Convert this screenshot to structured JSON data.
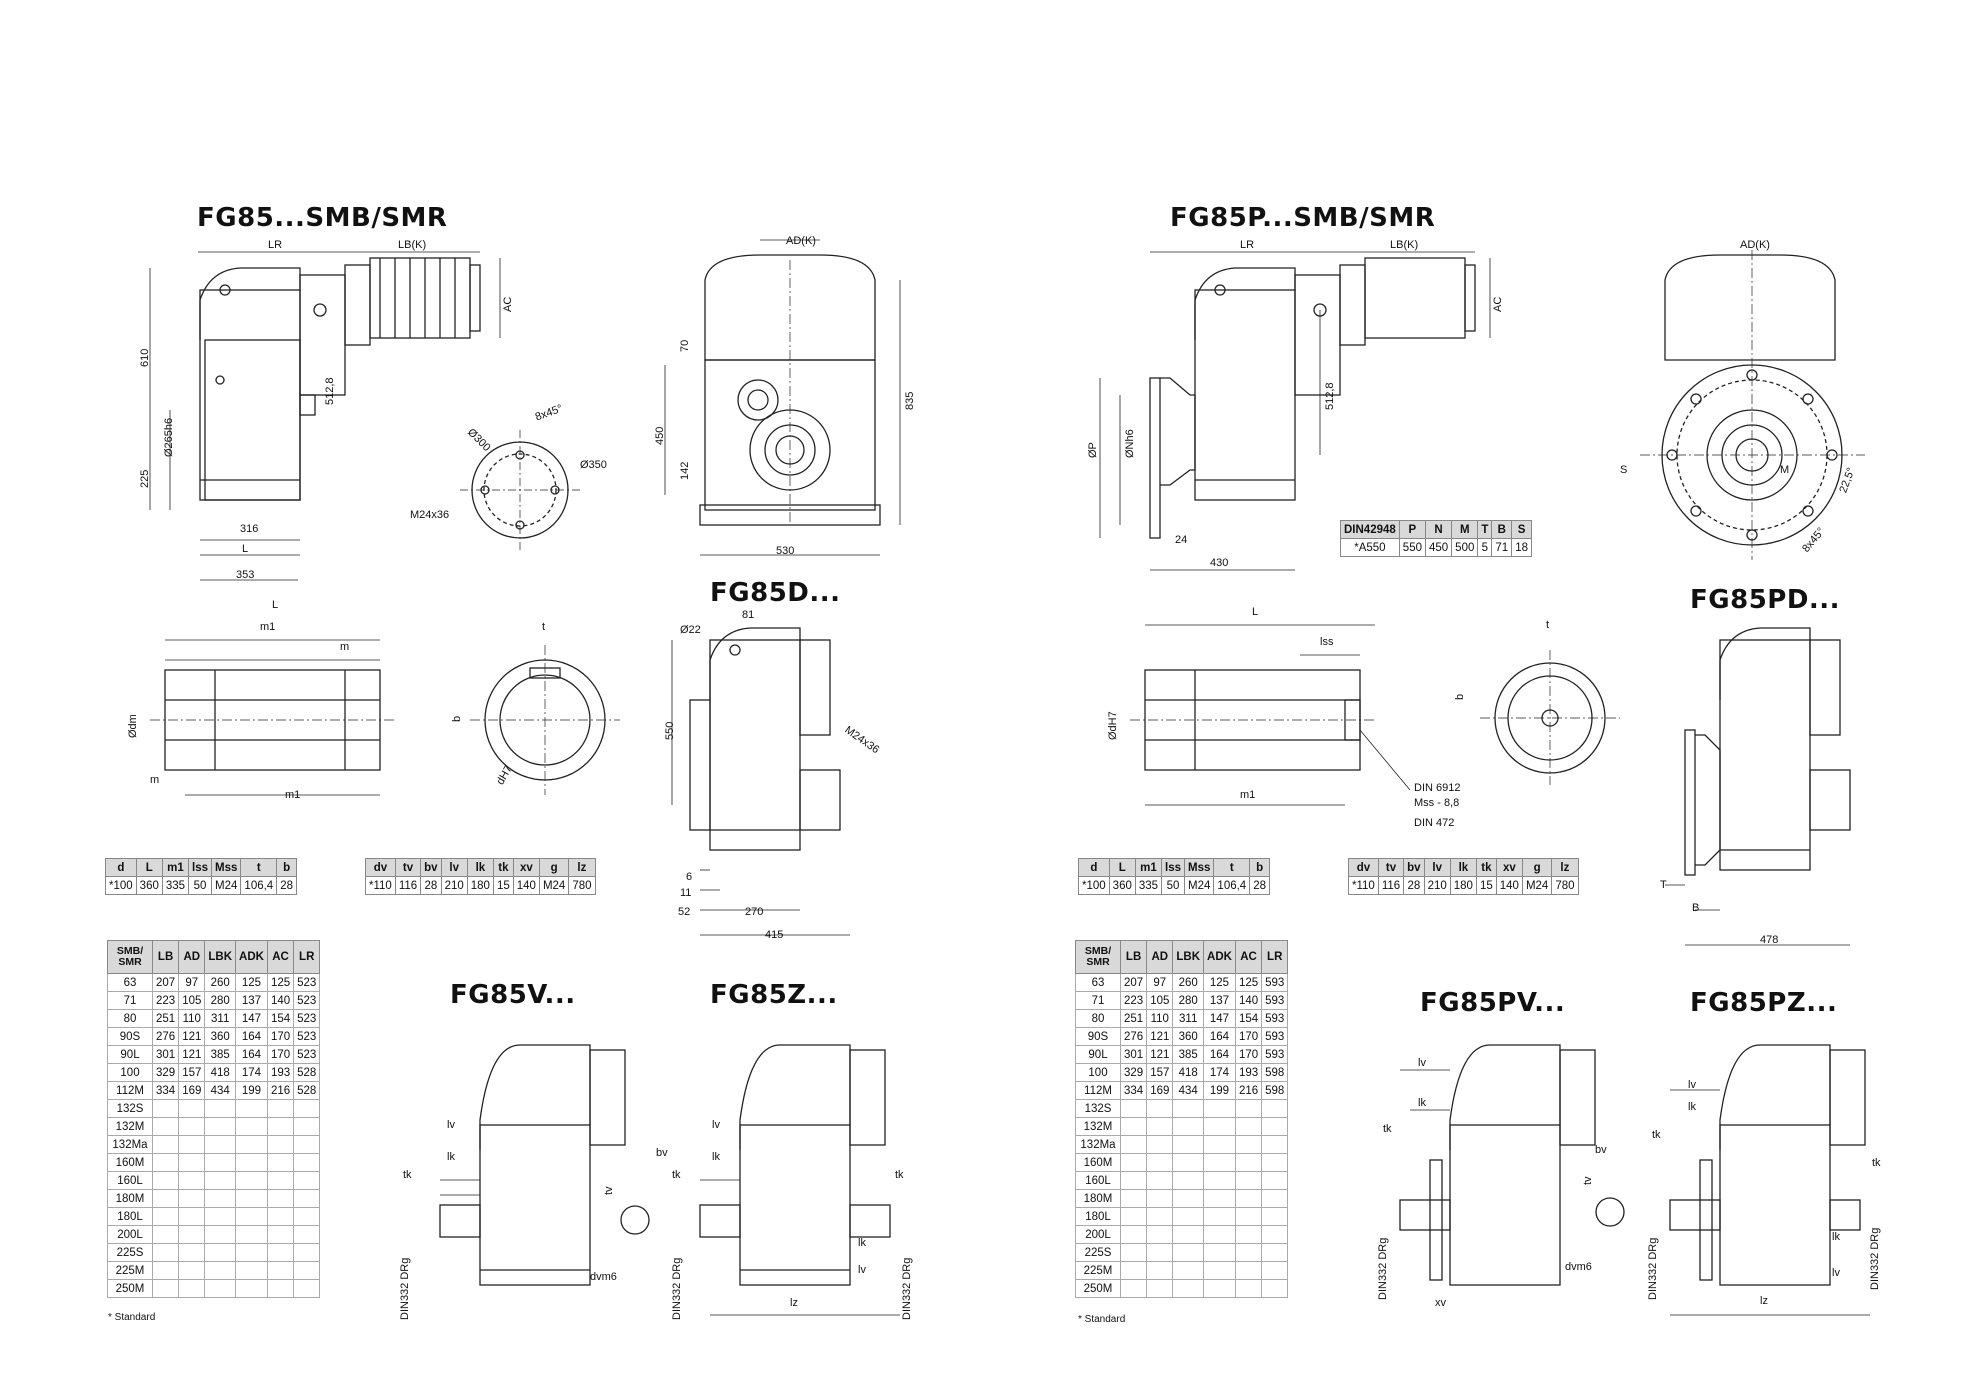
{
  "titles": {
    "fg85_smb": "FG85...SMB/SMR",
    "fg85p_smb": "FG85P...SMB/SMR",
    "fg85d": "FG85D...",
    "fg85pd": "FG85PD...",
    "fg85v": "FG85V...",
    "fg85z": "FG85Z...",
    "fg85pv": "FG85PV...",
    "fg85pz": "FG85PZ..."
  },
  "dims_left": {
    "lr": "LR",
    "lbk": "LB(K)",
    "ac": "AC",
    "adk": "AD(K)",
    "d610": "610",
    "d265": "Ø265h6",
    "d225": "225",
    "d5128": "512,8",
    "d316": "316",
    "l": "L",
    "d353": "353",
    "d8x45": "8x45°",
    "d300": "Ø300",
    "d350": "Ø350",
    "m24x36": "M24x36",
    "d70": "70",
    "d450": "450",
    "d142": "142",
    "d835": "835",
    "d530": "530"
  },
  "dims_right": {
    "lr": "LR",
    "lbk": "LB(K)",
    "ac": "AC",
    "adk": "AD(K)",
    "dp": "ØP",
    "dn": "ØNh6",
    "d5128": "512,8",
    "d24": "24",
    "d430": "430",
    "s": "S",
    "m": "M",
    "d225deg": "22,5°",
    "d8x45": "8x45°"
  },
  "shaft_left": {
    "l": "L",
    "m1": "m1",
    "m": "m",
    "m_low": "m",
    "m1_low": "m1",
    "dm": "Ødm",
    "t": "t",
    "b": "b",
    "dh7": "dH7"
  },
  "shaft_right": {
    "l": "L",
    "lss": "lss",
    "m1": "m1",
    "dh7": "ØdH7",
    "t": "t",
    "b": "b",
    "din6912": "DIN 6912",
    "mss": "Mss - 8,8",
    "din472": "DIN 472"
  },
  "fg85d_dims": {
    "d22": "Ø22",
    "d81": "81",
    "d550": "550",
    "m24x36": "M24x36",
    "d6": "6",
    "d11": "11",
    "d52": "52",
    "d270": "270",
    "d415": "415"
  },
  "fg85pd_dims": {
    "t": "T",
    "b": "B",
    "d478": "478"
  },
  "flange_table": {
    "headers": [
      "DIN42948",
      "P",
      "N",
      "M",
      "T",
      "B",
      "S"
    ],
    "rows": [
      [
        "*A550",
        "550",
        "450",
        "500",
        "5",
        "71",
        "18"
      ]
    ]
  },
  "shaft_table_left": {
    "headers": [
      "d",
      "L",
      "m1",
      "lss",
      "Mss",
      "t",
      "b"
    ],
    "rows": [
      [
        "*100",
        "360",
        "335",
        "50",
        "M24",
        "106,4",
        "28"
      ]
    ]
  },
  "shaft_table_right": {
    "headers": [
      "d",
      "L",
      "m1",
      "lss",
      "Mss",
      "t",
      "b"
    ],
    "rows": [
      [
        "*100",
        "360",
        "335",
        "50",
        "M24",
        "106,4",
        "28"
      ]
    ]
  },
  "dv_table_left": {
    "headers": [
      "dv",
      "tv",
      "bv",
      "lv",
      "lk",
      "tk",
      "xv",
      "g",
      "lz"
    ],
    "rows": [
      [
        "*110",
        "116",
        "28",
        "210",
        "180",
        "15",
        "140",
        "M24",
        "780"
      ]
    ]
  },
  "dv_table_right": {
    "headers": [
      "dv",
      "tv",
      "bv",
      "lv",
      "lk",
      "tk",
      "xv",
      "g",
      "lz"
    ],
    "rows": [
      [
        "*110",
        "116",
        "28",
        "210",
        "180",
        "15",
        "140",
        "M24",
        "780"
      ]
    ]
  },
  "motor_table_left": {
    "headers": [
      "SMB/ SMR",
      "LB",
      "AD",
      "LBK",
      "ADK",
      "AC",
      "LR"
    ],
    "rows": [
      [
        "63",
        "207",
        "97",
        "260",
        "125",
        "125",
        "523"
      ],
      [
        "71",
        "223",
        "105",
        "280",
        "137",
        "140",
        "523"
      ],
      [
        "80",
        "251",
        "110",
        "311",
        "147",
        "154",
        "523"
      ],
      [
        "90S",
        "276",
        "121",
        "360",
        "164",
        "170",
        "523"
      ],
      [
        "90L",
        "301",
        "121",
        "385",
        "164",
        "170",
        "523"
      ],
      [
        "100",
        "329",
        "157",
        "418",
        "174",
        "193",
        "528"
      ],
      [
        "112M",
        "334",
        "169",
        "434",
        "199",
        "216",
        "528"
      ],
      [
        "132S",
        "",
        "",
        "",
        "",
        "",
        ""
      ],
      [
        "132M",
        "",
        "",
        "",
        "",
        "",
        ""
      ],
      [
        "132Ma",
        "",
        "",
        "",
        "",
        "",
        ""
      ],
      [
        "160M",
        "",
        "",
        "",
        "",
        "",
        ""
      ],
      [
        "160L",
        "",
        "",
        "",
        "",
        "",
        ""
      ],
      [
        "180M",
        "",
        "",
        "",
        "",
        "",
        ""
      ],
      [
        "180L",
        "",
        "",
        "",
        "",
        "",
        ""
      ],
      [
        "200L",
        "",
        "",
        "",
        "",
        "",
        ""
      ],
      [
        "225S",
        "",
        "",
        "",
        "",
        "",
        ""
      ],
      [
        "225M",
        "",
        "",
        "",
        "",
        "",
        ""
      ],
      [
        "250M",
        "",
        "",
        "",
        "",
        "",
        ""
      ]
    ],
    "note": "* Standard"
  },
  "motor_table_right": {
    "headers": [
      "SMB/ SMR",
      "LB",
      "AD",
      "LBK",
      "ADK",
      "AC",
      "LR"
    ],
    "rows": [
      [
        "63",
        "207",
        "97",
        "260",
        "125",
        "125",
        "593"
      ],
      [
        "71",
        "223",
        "105",
        "280",
        "137",
        "140",
        "593"
      ],
      [
        "80",
        "251",
        "110",
        "311",
        "147",
        "154",
        "593"
      ],
      [
        "90S",
        "276",
        "121",
        "360",
        "164",
        "170",
        "593"
      ],
      [
        "90L",
        "301",
        "121",
        "385",
        "164",
        "170",
        "593"
      ],
      [
        "100",
        "329",
        "157",
        "418",
        "174",
        "193",
        "598"
      ],
      [
        "112M",
        "334",
        "169",
        "434",
        "199",
        "216",
        "598"
      ],
      [
        "132S",
        "",
        "",
        "",
        "",
        "",
        ""
      ],
      [
        "132M",
        "",
        "",
        "",
        "",
        "",
        ""
      ],
      [
        "132Ma",
        "",
        "",
        "",
        "",
        "",
        ""
      ],
      [
        "160M",
        "",
        "",
        "",
        "",
        "",
        ""
      ],
      [
        "160L",
        "",
        "",
        "",
        "",
        "",
        ""
      ],
      [
        "180M",
        "",
        "",
        "",
        "",
        "",
        ""
      ],
      [
        "180L",
        "",
        "",
        "",
        "",
        "",
        ""
      ],
      [
        "200L",
        "",
        "",
        "",
        "",
        "",
        ""
      ],
      [
        "225S",
        "",
        "",
        "",
        "",
        "",
        ""
      ],
      [
        "225M",
        "",
        "",
        "",
        "",
        "",
        ""
      ],
      [
        "250M",
        "",
        "",
        "",
        "",
        "",
        ""
      ]
    ],
    "note": "* Standard"
  },
  "small_labels": {
    "lv": "lv",
    "lk": "lk",
    "tk": "tk",
    "bv": "bv",
    "tv": "tv",
    "din332": "DIN332 DRg",
    "dvm6": "dvm6",
    "lz": "lz",
    "xv": "xv"
  }
}
